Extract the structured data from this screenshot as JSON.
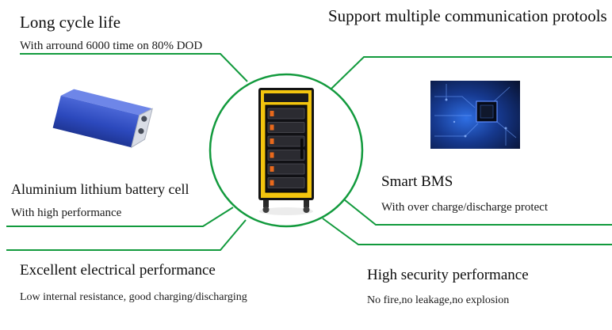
{
  "colors": {
    "accent_green": "#129a3d",
    "text": "#111111",
    "cell_blue": "#2c49bd",
    "cabinet_yellow": "#f3c50e",
    "pcb_blue": "#16398f"
  },
  "features": {
    "long_cycle_life": {
      "title": "Long cycle life",
      "subtitle": "With arround 6000 time on 80% DOD"
    },
    "communication": {
      "title": "Support multiple communication protools"
    },
    "battery_cell": {
      "title": "Aluminium lithium battery cell",
      "subtitle": "With high performance"
    },
    "smart_bms": {
      "title": "Smart BMS",
      "subtitle": "With over charge/discharge protect"
    },
    "electrical": {
      "title": "Excellent electrical performance",
      "subtitle": "Low internal resistance, good charging/discharging"
    },
    "security": {
      "title": "High security performance",
      "subtitle": "No fire,no leakage,no explosion"
    }
  },
  "images": {
    "center": "battery-cabinet",
    "left": "prismatic-battery-cell",
    "right": "bms-circuit-board"
  }
}
